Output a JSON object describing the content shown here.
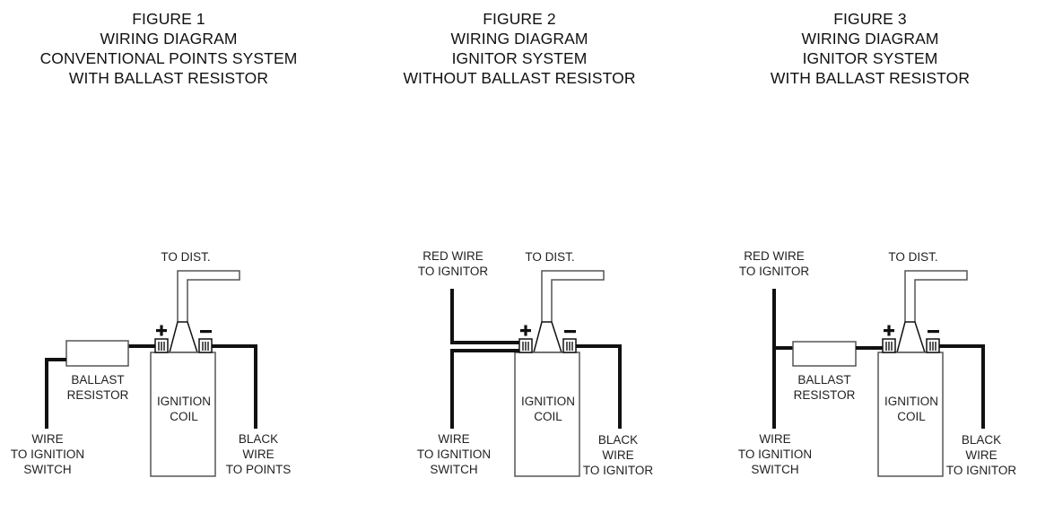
{
  "figures": [
    {
      "id": "figure-1",
      "title_lines": [
        "FIGURE 1",
        "WIRING DIAGRAM",
        "CONVENTIONAL POINTS SYSTEM",
        "WITH BALLAST RESISTOR"
      ],
      "has_ballast": true,
      "has_red_wire": false,
      "labels": {
        "to_dist": "TO DIST.",
        "red_wire": [],
        "ballast": [
          "BALLAST",
          "RESISTOR"
        ],
        "coil": [
          "IGNITION",
          "COIL"
        ],
        "ignition_switch": [
          "WIRE",
          "TO IGNITION",
          "SWITCH"
        ],
        "black_wire": [
          "BLACK",
          "WIRE",
          "TO POINTS"
        ],
        "plus": "+",
        "minus": "−"
      }
    },
    {
      "id": "figure-2",
      "title_lines": [
        "FIGURE 2",
        "WIRING DIAGRAM",
        "IGNITOR SYSTEM",
        "WITHOUT BALLAST RESISTOR"
      ],
      "has_ballast": false,
      "has_red_wire": true,
      "labels": {
        "to_dist": "TO DIST.",
        "red_wire": [
          "RED WIRE",
          "TO IGNITOR"
        ],
        "ballast": [],
        "coil": [
          "IGNITION",
          "COIL"
        ],
        "ignition_switch": [
          "WIRE",
          "TO IGNITION",
          "SWITCH"
        ],
        "black_wire": [
          "BLACK",
          "WIRE",
          "TO IGNITOR"
        ],
        "plus": "+",
        "minus": "−"
      }
    },
    {
      "id": "figure-3",
      "title_lines": [
        "FIGURE 3",
        "WIRING DIAGRAM",
        "IGNITOR SYSTEM",
        "WITH BALLAST RESISTOR"
      ],
      "has_ballast": true,
      "has_red_wire": true,
      "labels": {
        "to_dist": "TO DIST.",
        "red_wire": [
          "RED WIRE",
          "TO IGNITOR"
        ],
        "ballast": [
          "BALLAST",
          "RESISTOR"
        ],
        "coil": [
          "IGNITION",
          "COIL"
        ],
        "ignition_switch": [
          "WIRE",
          "TO IGNITION",
          "SWITCH"
        ],
        "black_wire": [
          "BLACK",
          "WIRE",
          "TO IGNITOR"
        ],
        "plus": "+",
        "minus": "−"
      }
    }
  ],
  "colors": {
    "wire": "#111111",
    "outline": "#555555",
    "text": "#222222",
    "background": "#ffffff"
  }
}
